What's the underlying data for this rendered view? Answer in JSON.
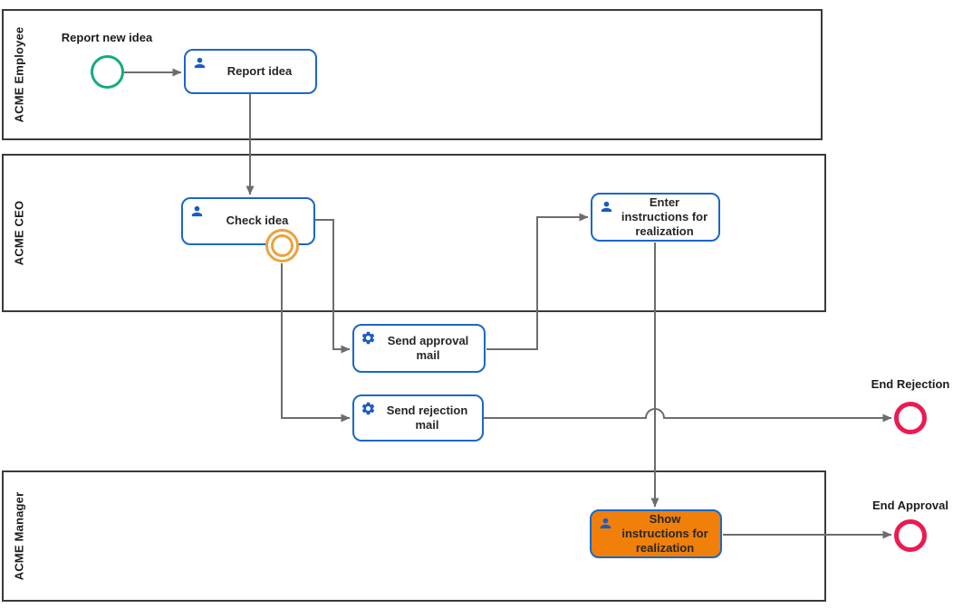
{
  "lanes": [
    {
      "label": "ACME Employee"
    },
    {
      "label": "ACME CEO"
    },
    {
      "label": "ACME Manager"
    }
  ],
  "events": {
    "start": {
      "label": "Report new idea",
      "type": "start"
    },
    "boundary": {
      "type": "boundary",
      "attached_to": "Check idea"
    },
    "end_rejection": {
      "label": "End Rejection",
      "type": "end"
    },
    "end_approval": {
      "label": "End Approval",
      "type": "end"
    }
  },
  "tasks": {
    "report_idea": {
      "label": "Report idea",
      "icon": "user-icon"
    },
    "check_idea": {
      "label": "Check idea",
      "icon": "user-icon"
    },
    "send_approval_mail": {
      "label": "Send approval mail",
      "icon": "gear-icon"
    },
    "send_rejection_mail": {
      "label": "Send rejection mail",
      "icon": "gear-icon"
    },
    "enter_instructions": {
      "label": "Enter instructions for realization",
      "icon": "user-icon"
    },
    "show_instructions": {
      "label": "Show instructions for realization",
      "icon": "user-icon",
      "highlighted": true
    }
  },
  "colors": {
    "lane_border": "#3a3a3a",
    "line_gray": "#6d6d6d",
    "task_border": "#1a67c9",
    "icon_blue": "#1a5bc4",
    "start_green": "#14ab82",
    "end_red": "#ec1a4f",
    "boundary_orange": "#eca23c",
    "highlight_orange": "#f08009",
    "text": "#262626"
  }
}
